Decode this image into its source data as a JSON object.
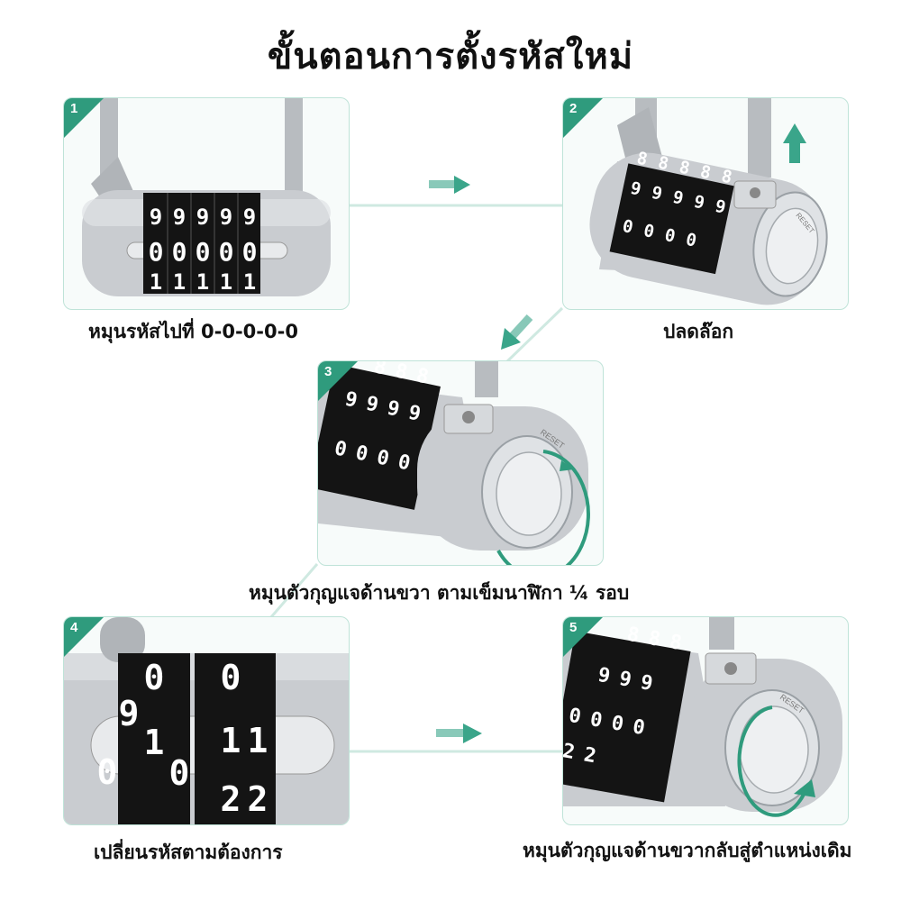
{
  "title": "ขั้นตอนการตั้งรหัสใหม่",
  "steps": [
    {
      "number": "1",
      "caption": "หมุนรหัสไปที่ 0-0-0-0-0"
    },
    {
      "number": "2",
      "caption": "ปลดล๊อก"
    },
    {
      "number": "3",
      "caption": "หมุนตัวกุญแจด้านขวา ตามเข็มนาฬิกา ¼ รอบ"
    },
    {
      "number": "4",
      "caption": "เปลี่ยนรหัสตามต้องการ"
    },
    {
      "number": "5",
      "caption": "หมุนตัวกุญแจด้านขวากลับสู่ตำแหน่งเดิม"
    }
  ],
  "lock": {
    "reset_label": "RESET",
    "step1_rows": [
      "9",
      "0",
      "1"
    ],
    "step2_rows": [
      "8",
      "9",
      "0"
    ],
    "step3_rows": [
      "8",
      "9",
      "0"
    ],
    "step5_rows": [
      "8",
      "9",
      "0",
      "2"
    ],
    "step4_digits": [
      "0",
      "9",
      "0",
      "1",
      "0",
      "0",
      "1",
      "1",
      "2",
      "2"
    ]
  },
  "colors": {
    "accent": "#2f9b7d",
    "arrow": "#3aa58a",
    "panel_border": "#bfe3d8",
    "metal": "#c9ccd0"
  },
  "icons": [
    "arrow-right-icon",
    "arrow-down-left-icon",
    "arrow-up-icon",
    "rotate-clockwise-icon"
  ]
}
